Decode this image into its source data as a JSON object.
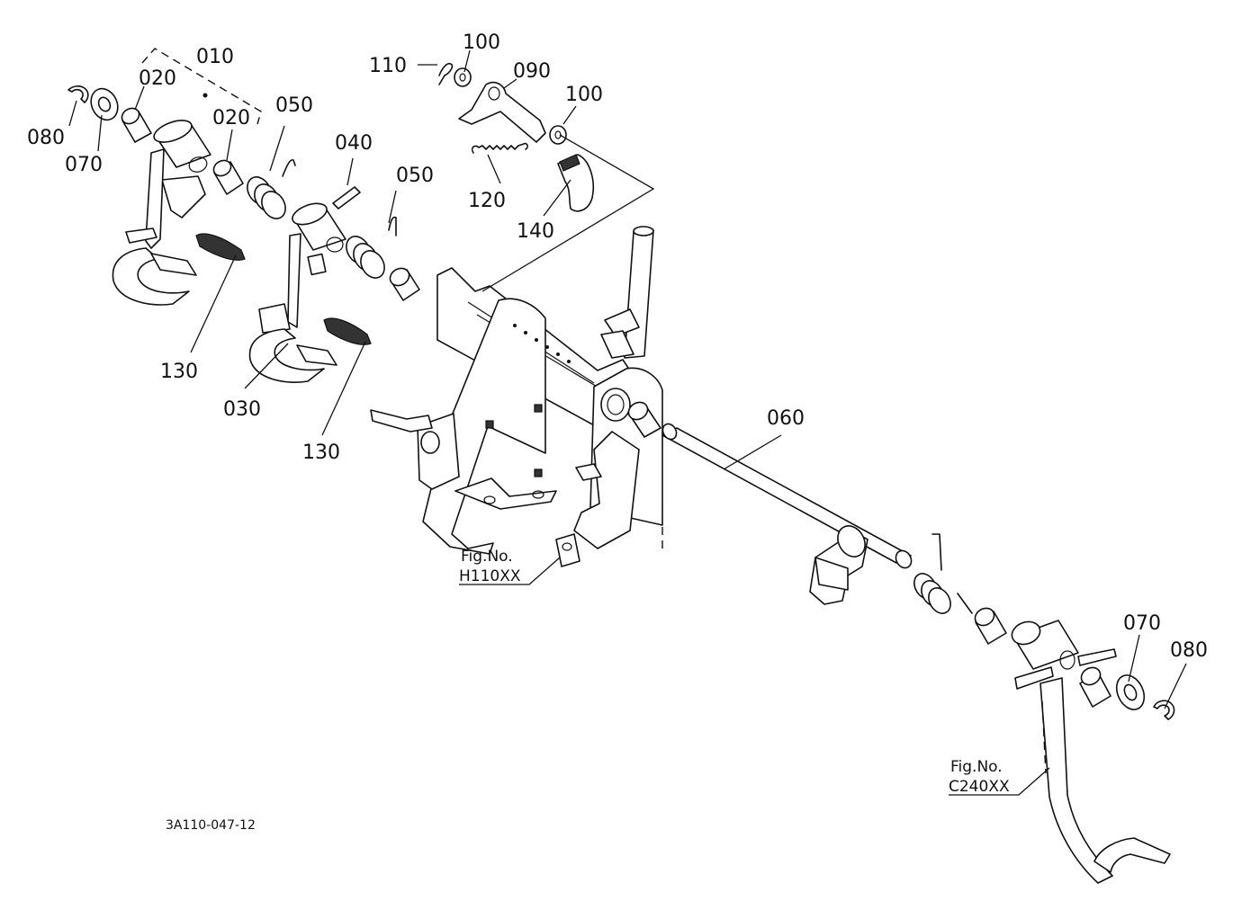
{
  "drawing_code": "3A110-047-12",
  "figure_refs": [
    {
      "id": "h110",
      "line1": "Fig.No.",
      "line2": "H110XX"
    },
    {
      "id": "c240",
      "line1": "Fig.No.",
      "line2": "C240XX"
    }
  ],
  "part_labels": {
    "p010": "010",
    "p020a": "020",
    "p020b": "020",
    "p030": "030",
    "p040": "040",
    "p050a": "050",
    "p050b": "050",
    "p060": "060",
    "p070a": "070",
    "p070b": "070",
    "p080a": "080",
    "p080b": "080",
    "p090": "090",
    "p100a": "100",
    "p100b": "100",
    "p110": "110",
    "p120": "120",
    "p130a": "130",
    "p130b": "130",
    "p140": "140"
  }
}
